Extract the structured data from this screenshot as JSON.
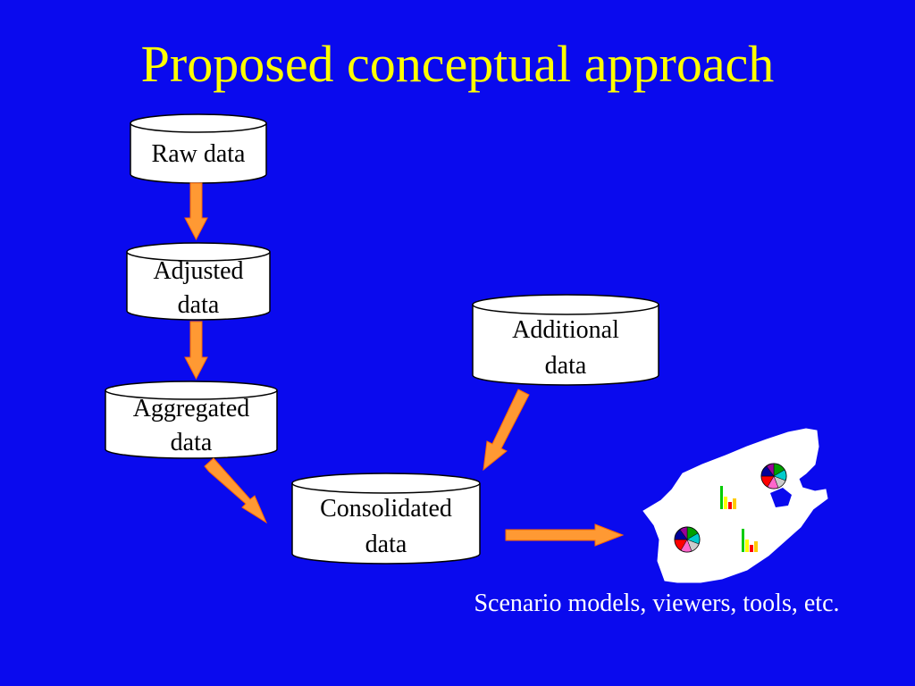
{
  "slide": {
    "title": "Proposed conceptual approach"
  },
  "nodes": {
    "raw": "Raw data",
    "adjusted_1": "Adjusted",
    "adjusted_2": "data",
    "aggregated_1": "Aggregated",
    "aggregated_2": "data",
    "additional_1": "Additional",
    "additional_2": "data",
    "consolidated_1": "Consolidated",
    "consolidated_2": "data"
  },
  "caption": "Scenario models, viewers, tools, etc.",
  "colors": {
    "background": "#0a0aee",
    "title": "#ffff00",
    "arrow_fill": "#ff9933",
    "map_fill": "#ffffff"
  },
  "icons": [
    "database-cylinder-icon",
    "south-africa-map-icon",
    "pie-chart-icon",
    "bar-chart-icon"
  ]
}
